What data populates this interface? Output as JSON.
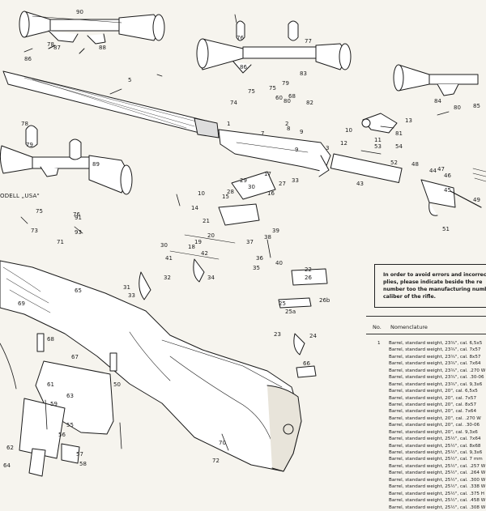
{
  "model_label": "ODELL „USA\"",
  "part_numbers": [
    {
      "text": "90"
    },
    {
      "text": "78"
    },
    {
      "text": "87"
    },
    {
      "text": "86"
    },
    {
      "text": "88"
    },
    {
      "text": "76"
    },
    {
      "text": "77"
    },
    {
      "text": "86"
    },
    {
      "text": "7"
    },
    {
      "text": "8"
    },
    {
      "text": "9"
    },
    {
      "text": "5"
    },
    {
      "text": "75"
    },
    {
      "text": "74"
    },
    {
      "text": "83"
    },
    {
      "text": "79"
    },
    {
      "text": "80"
    },
    {
      "text": "82"
    },
    {
      "text": "75"
    },
    {
      "text": "60"
    },
    {
      "text": "68"
    },
    {
      "text": "84"
    },
    {
      "text": "85"
    },
    {
      "text": "80"
    },
    {
      "text": "81"
    },
    {
      "text": "10"
    },
    {
      "text": "11"
    },
    {
      "text": "13"
    },
    {
      "text": "1"
    },
    {
      "text": "2"
    },
    {
      "text": "3"
    },
    {
      "text": "9"
    },
    {
      "text": "12"
    },
    {
      "text": "53"
    },
    {
      "text": "54"
    },
    {
      "text": "52"
    },
    {
      "text": "43"
    },
    {
      "text": "44"
    },
    {
      "text": "45"
    },
    {
      "text": "46"
    },
    {
      "text": "47"
    },
    {
      "text": "48"
    },
    {
      "text": "49"
    },
    {
      "text": "51"
    },
    {
      "text": "78"
    },
    {
      "text": "79"
    },
    {
      "text": "89"
    },
    {
      "text": "75"
    },
    {
      "text": "76"
    },
    {
      "text": "73"
    },
    {
      "text": "91"
    },
    {
      "text": "93"
    },
    {
      "text": "71"
    },
    {
      "text": "29"
    },
    {
      "text": "30"
    },
    {
      "text": "28"
    },
    {
      "text": "33"
    },
    {
      "text": "27"
    },
    {
      "text": "17"
    },
    {
      "text": "16"
    },
    {
      "text": "15"
    },
    {
      "text": "10"
    },
    {
      "text": "14"
    },
    {
      "text": "20"
    },
    {
      "text": "19"
    },
    {
      "text": "18"
    },
    {
      "text": "21"
    },
    {
      "text": "38"
    },
    {
      "text": "39"
    },
    {
      "text": "37"
    },
    {
      "text": "36"
    },
    {
      "text": "35"
    },
    {
      "text": "40"
    },
    {
      "text": "42"
    },
    {
      "text": "41"
    },
    {
      "text": "34"
    },
    {
      "text": "32"
    },
    {
      "text": "31"
    },
    {
      "text": "33"
    },
    {
      "text": "30"
    },
    {
      "text": "22"
    },
    {
      "text": "26"
    },
    {
      "text": "26b"
    },
    {
      "text": "25"
    },
    {
      "text": "25a"
    },
    {
      "text": "23"
    },
    {
      "text": "24"
    },
    {
      "text": "65"
    },
    {
      "text": "66"
    },
    {
      "text": "69"
    },
    {
      "text": "67"
    },
    {
      "text": "68"
    },
    {
      "text": "59"
    },
    {
      "text": "61"
    },
    {
      "text": "57"
    },
    {
      "text": "56"
    },
    {
      "text": "55"
    },
    {
      "text": "58"
    },
    {
      "text": "62"
    },
    {
      "text": "64"
    },
    {
      "text": "63"
    },
    {
      "text": "72"
    },
    {
      "text": "70"
    },
    {
      "text": "50"
    }
  ],
  "notice": {
    "line1": "In order to avoid errors and incorrec",
    "line2": "plies, please indicate beside the re",
    "line3": "number too the manufacturing numb",
    "line4": "caliber of the rifle."
  },
  "parts_table": {
    "header_no": "No.",
    "header_name": "Nomenclature",
    "rows": [
      {
        "num": "1",
        "desc": "Barrel, standard weight, 23¾\", cal. 6,5x5"
      },
      {
        "num": "",
        "desc": "Barrel, standard weight, 23¾\", cal. 7x57"
      },
      {
        "num": "",
        "desc": "Barrel, standard weight, 23¾\", cal. 8x57"
      },
      {
        "num": "",
        "desc": "Barrel, standard weight, 23¾\", cal. 7x64"
      },
      {
        "num": "",
        "desc": "Barrel, standard weight, 23¾\", cal. .270 W"
      },
      {
        "num": "",
        "desc": "Barrel, standard weight, 23¾\", cal. .30-06"
      },
      {
        "num": "",
        "desc": "Barrel, standard weight, 23¾\", cal. 9,3x6"
      },
      {
        "num": "",
        "desc": "Barrel, standard weight, 20\", cal. 6,5x5"
      },
      {
        "num": "",
        "desc": "Barrel, standard weight, 20\", cal. 7x57"
      },
      {
        "num": "",
        "desc": "Barrel, standard weight, 20\", cal. 8x57"
      },
      {
        "num": "",
        "desc": "Barrel, standard weight, 20\", cal. 7x64"
      },
      {
        "num": "",
        "desc": "Barrel, standard weight, 20\", cal. .270 W"
      },
      {
        "num": "",
        "desc": "Barrel, standard weight, 20\", cal. .30-06"
      },
      {
        "num": "",
        "desc": "Barrel, standard weight, 20\", cal. 9,3x6"
      },
      {
        "num": "",
        "desc": "Barrel, standard weight, 25½\", cal. 7x64"
      },
      {
        "num": "",
        "desc": "Barrel, standard weight, 25½\", cal. 8x68"
      },
      {
        "num": "",
        "desc": "Barrel, standard weight, 25½\", cal. 9,3x6"
      },
      {
        "num": "",
        "desc": "Barrel, standard weight, 25½\", cal. 7 mm"
      },
      {
        "num": "",
        "desc": "Barrel, standard weight, 25½\", cal. .257 W"
      },
      {
        "num": "",
        "desc": "Barrel, standard weight, 25½\", cal. .264 W"
      },
      {
        "num": "",
        "desc": "Barrel, standard weight, 25½\", cal. .300 W"
      },
      {
        "num": "",
        "desc": "Barrel, standard weight, 25½\", cal. .338 W"
      },
      {
        "num": "",
        "desc": "Barrel, standard weight, 25½\", cal. .375 H"
      },
      {
        "num": "",
        "desc": "Barrel, standard weight, 25½\", cal. .458 W"
      },
      {
        "num": "",
        "desc": "Barrel, standard weight, 25½\", cal. .308 W"
      }
    ]
  }
}
